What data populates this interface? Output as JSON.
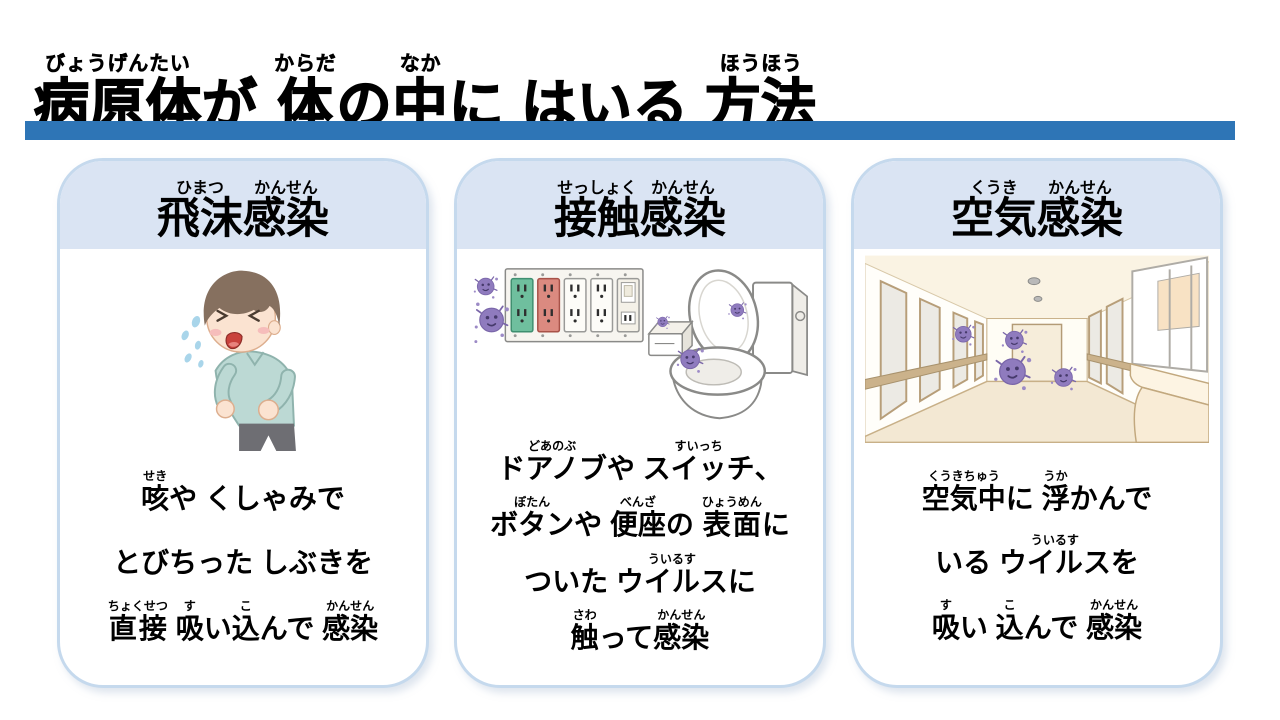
{
  "page": {
    "title": [
      {
        "text": "病原体",
        "ruby": "びょうげんたい"
      },
      {
        "text": "が "
      },
      {
        "text": "体",
        "ruby": "からだ"
      },
      {
        "text": "の"
      },
      {
        "text": "中",
        "ruby": "なか"
      },
      {
        "text": "に はいる "
      },
      {
        "text": "方法",
        "ruby": "ほうほう"
      }
    ],
    "colors": {
      "accent_bar": "#2E75B6",
      "card_header_bg": "#DAE4F3",
      "card_border": "#C5D9ED",
      "virus_purple": "#8F7BBE",
      "text": "#000000"
    }
  },
  "cards": [
    {
      "name": "droplet-infection",
      "illustration": "coughing-person",
      "header": [
        {
          "text": "飛沫",
          "ruby": "ひまつ"
        },
        {
          "text": "感染",
          "ruby": "かんせん"
        }
      ],
      "lines": [
        [
          {
            "text": "咳",
            "ruby": "せき"
          },
          {
            "text": "や くしゃみで"
          }
        ],
        [
          {
            "text": "とびちった しぶきを"
          }
        ],
        [
          {
            "text": "直接",
            "ruby": "ちょくせつ"
          },
          {
            "text": " "
          },
          {
            "text": "吸",
            "ruby": "す"
          },
          {
            "text": "い"
          },
          {
            "text": "込",
            "ruby": "こ"
          },
          {
            "text": "んで "
          },
          {
            "text": "感染",
            "ruby": "かんせん"
          }
        ]
      ]
    },
    {
      "name": "contact-infection",
      "illustration": "outlets-and-toilet",
      "header": [
        {
          "text": "接触",
          "ruby": "せっしょく"
        },
        {
          "text": "感染",
          "ruby": "かんせん"
        }
      ],
      "lines": [
        [
          {
            "text": "ドアノブ",
            "ruby": "どあのぶ"
          },
          {
            "text": "や "
          },
          {
            "text": "スイッチ",
            "ruby": "すいっち"
          },
          {
            "text": "、"
          }
        ],
        [
          {
            "text": "ボタン",
            "ruby": "ぼたん"
          },
          {
            "text": "や "
          },
          {
            "text": "便座",
            "ruby": "べんざ"
          },
          {
            "text": "の "
          },
          {
            "text": "表面",
            "ruby": "ひょうめん"
          },
          {
            "text": "に"
          }
        ],
        [
          {
            "text": "ついた "
          },
          {
            "text": "ウイルス",
            "ruby": "ういるす"
          },
          {
            "text": "に"
          }
        ],
        [
          {
            "text": "触",
            "ruby": "さわ"
          },
          {
            "text": "って"
          },
          {
            "text": "感染",
            "ruby": "かんせん"
          }
        ]
      ]
    },
    {
      "name": "airborne-infection",
      "illustration": "hospital-hallway",
      "header": [
        {
          "text": "空気",
          "ruby": "くうき"
        },
        {
          "text": "感染",
          "ruby": "かんせん"
        }
      ],
      "lines": [
        [
          {
            "text": "空気中",
            "ruby": "くうきちゅう"
          },
          {
            "text": "に "
          },
          {
            "text": "浮",
            "ruby": "うか"
          },
          {
            "text": "かんで"
          }
        ],
        [
          {
            "text": "いる "
          },
          {
            "text": "ウイルス",
            "ruby": "ういるす"
          },
          {
            "text": "を"
          }
        ],
        [
          {
            "text": "吸",
            "ruby": "す"
          },
          {
            "text": "い "
          },
          {
            "text": "込",
            "ruby": "こ"
          },
          {
            "text": "んで "
          },
          {
            "text": "感染",
            "ruby": "かんせん"
          }
        ]
      ]
    }
  ]
}
